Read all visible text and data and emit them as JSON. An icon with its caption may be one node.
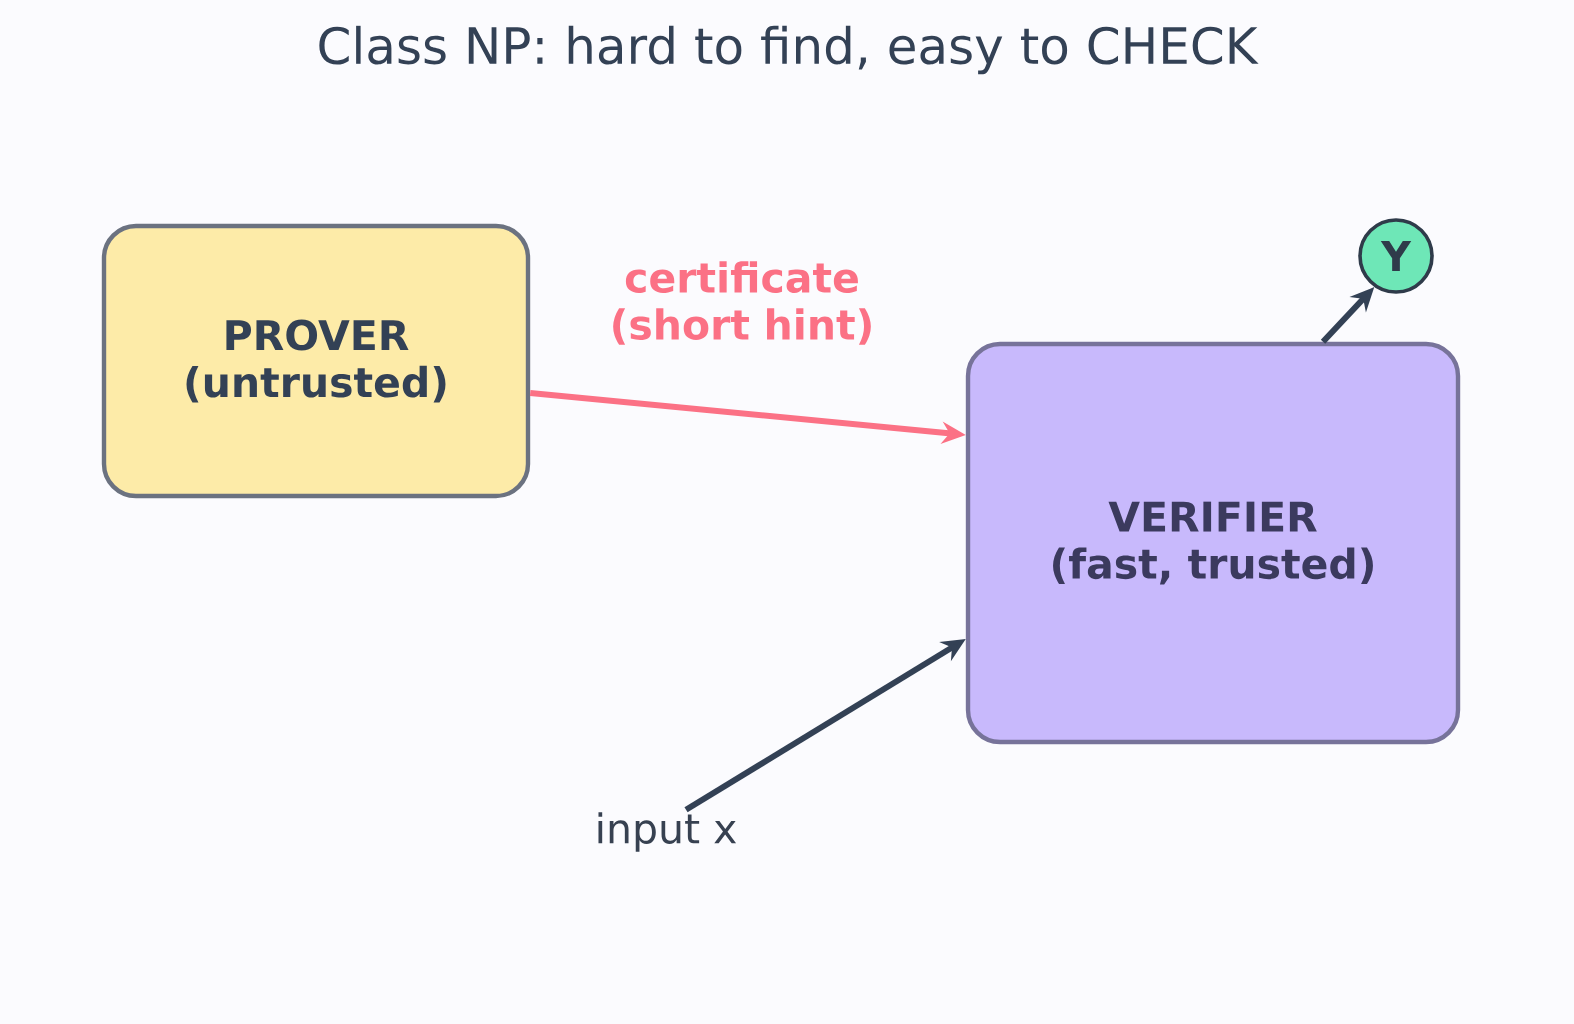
{
  "diagram": {
    "title": "Class NP: hard to find, easy to CHECK",
    "nodes": [
      {
        "text": [
          "PROVER",
          "(untrusted)"
        ]
      },
      {
        "text": [
          "VERIFIER",
          "(fast, trusted)"
        ]
      },
      {
        "text": [
          "Y"
        ]
      },
      {
        "text": [
          "input x"
        ]
      }
    ],
    "edges": [
      {
        "from": 0,
        "to": 1,
        "arrow": "to",
        "label": "certificate (short hint)",
        "color": "#fb7185"
      },
      {
        "from": 1,
        "to": 2,
        "arrow": "to"
      },
      {
        "from": 3,
        "to": 1,
        "arrow": "to"
      }
    ]
  }
}
